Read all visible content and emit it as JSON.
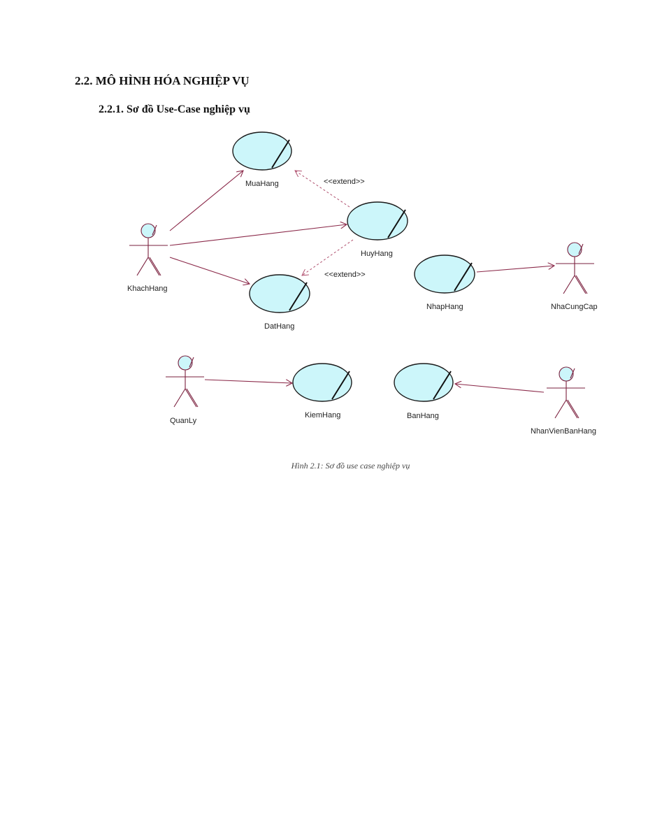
{
  "heading": "2.2. MÔ HÌNH HÓA NGHIỆP VỤ",
  "subheading": "2.2.1. Sơ đồ Use-Case nghiệp vụ",
  "caption": "Hình 2.1: Sơ đồ use case nghiệp vụ",
  "colors": {
    "usecase_fill": "#ccf6fa",
    "actor_line": "#7a1f3d",
    "association": "#8b2a4a"
  },
  "diagram": {
    "actors": [
      "KhachHang",
      "NhaCungCap",
      "QuanLy",
      "NhanVienBanHang"
    ],
    "usecases": [
      "MuaHang",
      "HuyHang",
      "DatHang",
      "NhapHang",
      "KiemHang",
      "BanHang"
    ],
    "extend_label": "<<extend>>"
  }
}
